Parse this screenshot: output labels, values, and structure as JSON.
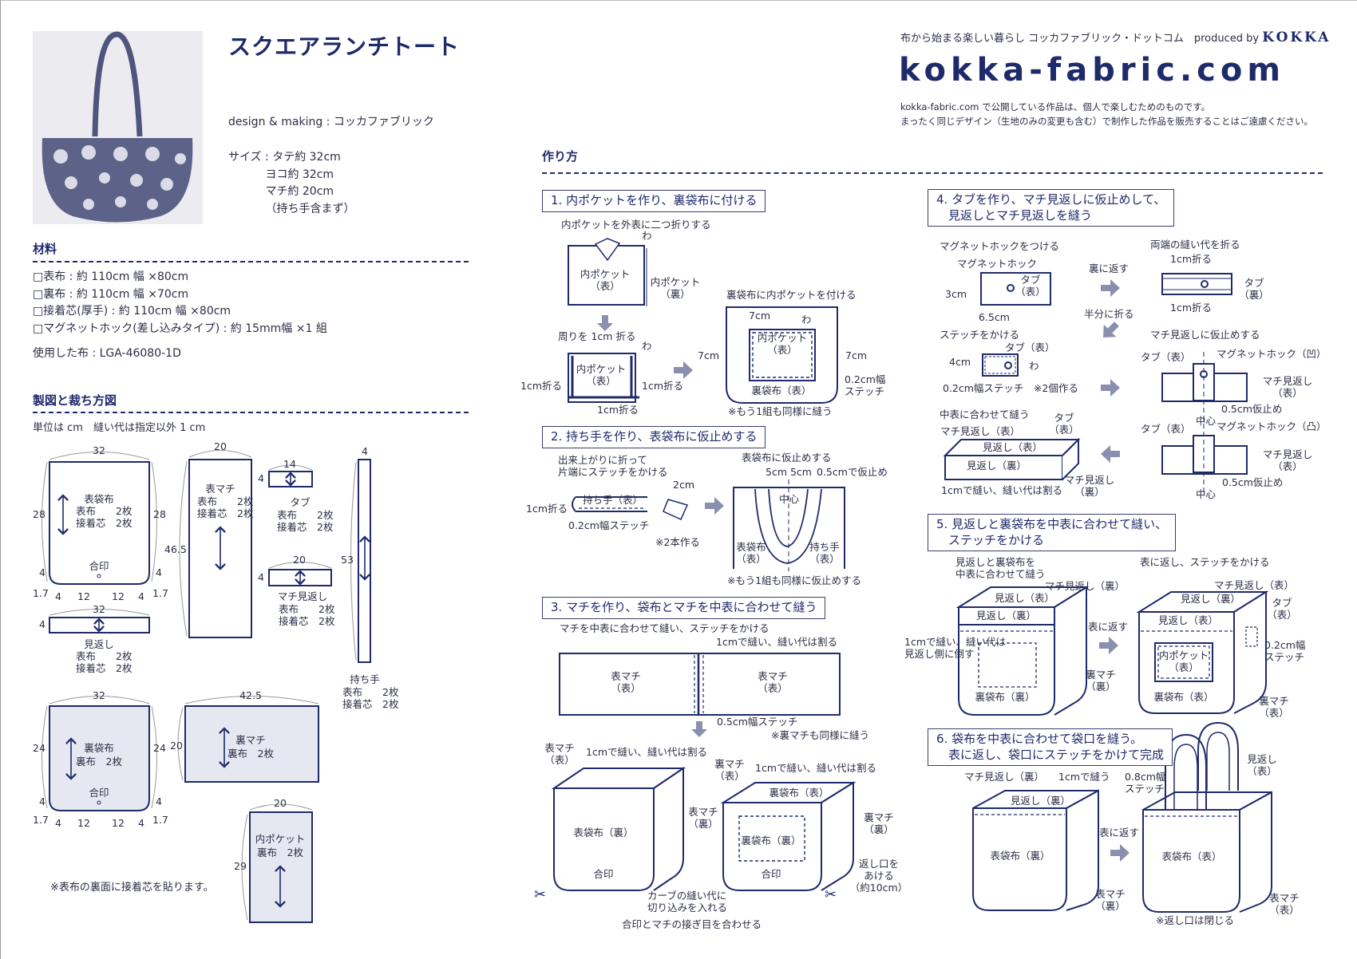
{
  "header": {
    "title": "スクエアランチトート",
    "design": "design & making : コッカファブリック",
    "size": "サイズ : タテ約 32cm\n　　　 ヨコ約 32cm\n　　　 マチ約 20cm\n　　　 （持ち手含まず）",
    "tagline": "布から始まる楽しい暮らし コッカファブリック・ドットコム　produced by",
    "brand": "KOKKA",
    "logo": "kokka-fabric.com",
    "notice": "kokka-fabric.com で公開している作品は、個人で楽しむためのものです。\nまったく同じデザイン（生地のみの変更も含む）で制作した作品を販売することはご遠慮ください。"
  },
  "materials": {
    "heading": "材料",
    "items": "□表布 : 約 110cm 幅 ×80cm\n□裏布 : 約 110cm 幅 ×70cm\n□接着芯(厚手) : 約 110cm 幅 ×80cm\n□マグネットホック(差し込みタイプ) : 約 15mm幅 ×1 組",
    "fabric_used": "使用した布 : LGA-46080-1D"
  },
  "pattern": {
    "heading": "製図と裁ち方図",
    "unit": "単位は cm　縫い代は指定以外 1 cm",
    "note": "※表布の裏面に接着芯を貼ります。",
    "labels": [
      "32",
      "28",
      "28",
      "表袋布",
      "表布　　2枚\n接着芯　2枚",
      "合印",
      "4",
      "4",
      "1.7",
      "4",
      "12",
      "12",
      "4",
      "1.7",
      "32",
      "4",
      "見返し",
      "表布　　2枚\n接着芯　2枚",
      "20",
      "46.5",
      "表マチ",
      "表布　　2枚\n接着芯　2枚",
      "14",
      "4",
      "タブ",
      "表布　　2枚\n接着芯　2枚",
      "20",
      "4",
      "マチ見返し",
      "表布　　2枚\n接着芯　2枚",
      "4",
      "53",
      "持ち手",
      "表布　　2枚\n接着芯　2枚",
      "32",
      "24",
      "24",
      "裏袋布",
      "裏布　2枚",
      "合印",
      "4",
      "4",
      "1.7",
      "4",
      "12",
      "12",
      "4",
      "1.7",
      "42.5",
      "20",
      "裏マチ",
      "裏布　2枚",
      "20",
      "29",
      "内ポケット",
      "裏布　2枚"
    ]
  },
  "howto": {
    "heading": "作り方"
  },
  "s1": {
    "title": "1. 内ポケットを作り、裏袋布に付ける",
    "labels": [
      "内ポケットを外表に二つ折りする",
      "わ",
      "内ポケット\n（表）",
      "内ポケット\n（裏）",
      "周りを 1cm 折る",
      "わ",
      "内ポケット\n（表）",
      "1cm折る",
      "1cm折る",
      "1cm折る",
      "裏袋布に内ポケットを付ける",
      "7cm",
      "わ",
      "7cm",
      "内ポケット\n（表）",
      "7cm",
      "0.2cm幅\nステッチ",
      "裏袋布（表）",
      "※もう1組も同様に縫う"
    ]
  },
  "s2": {
    "title": "2. 持ち手を作り、表袋布に仮止めする",
    "labels": [
      "出来上がりに折って\n片端にステッチをかける",
      "2cm",
      "持ち手（表）",
      "1cm折る",
      "0.2cm幅ステッチ",
      "※2本作る",
      "表袋布に仮止めする",
      "5cm 5cm",
      "0.5cmで仮止め",
      "中心",
      "表袋布\n（表）",
      "持ち手\n（表）",
      "※もう1組も同様に仮止めする"
    ]
  },
  "s3": {
    "title": "3. マチを作り、袋布とマチを中表に合わせて縫う",
    "labels": [
      "マチを中表に合わせて縫い、ステッチをかける",
      "1cmで縫い、縫い代は割る",
      "表マチ\n（表）",
      "表マチ\n（表）",
      "0.5cm幅ステッチ",
      "※裏マチも同様に縫う",
      "表マチ\n（表）",
      "1cmで縫い、縫い代は割る",
      "表マチ\n（裏）",
      "表袋布（裏）",
      "合印",
      "裏マチ\n（表）",
      "1cmで縫い、縫い代は割る",
      "裏袋布（表）",
      "裏マチ\n（裏）",
      "裏袋布（裏）",
      "合印",
      "返し口を\nあける\n（約10cm）",
      "カーブの縫い代に\n切り込みを入れる",
      "合印とマチの接ぎ目を合わせる"
    ]
  },
  "s4": {
    "title": "4. タブを作り、マチ見返しに仮止めして、\n　見返しとマチ見返しを縫う",
    "labels": [
      "マグネットホックをつける",
      "マグネットホック",
      "タブ\n（表）",
      "3cm",
      "6.5cm",
      "裏に返す",
      "半分に折る",
      "両端の縫い代を折る",
      "1cm折る",
      "タブ\n（裏）",
      "1cm折る",
      "ステッチをかける",
      "タブ（表）",
      "4cm",
      "わ",
      "0.2cm幅ステッチ　※2個作る",
      "マチ見返しに仮止めする",
      "タブ（表）",
      "マグネットホック（凹）",
      "マチ見返し\n（表）",
      "0.5cm仮止め",
      "中心",
      "タブ（表）",
      "マグネットホック（凸）",
      "マチ見返し\n（表）",
      "0.5cm仮止め",
      "中心",
      "中表に合わせて縫う",
      "タブ\n（表）",
      "マチ見返し（表）",
      "見返し（表）",
      "見返し（裏）",
      "マチ見返し\n（裏）",
      "1cmで縫い、縫い代は割る"
    ]
  },
  "s5": {
    "title": "5. 見返しと裏袋布を中表に合わせて縫い、\n　ステッチをかける",
    "labels": [
      "見返しと裏袋布を\n中表に合わせて縫う",
      "マチ見返し（裏）",
      "見返し（表）",
      "見返し（裏）",
      "1cmで縫い、縫い代は\n見返し側に倒す",
      "裏マチ\n（裏）",
      "裏袋布（裏）",
      "表に返す",
      "表に返し、ステッチをかける",
      "マチ見返し（表）",
      "見返し（裏）",
      "見返し（表）",
      "タブ\n（表）",
      "0.2cm幅\nステッチ",
      "内ポケット\n（表）",
      "裏袋布（表）",
      "裏マチ\n（表）"
    ]
  },
  "s6": {
    "title": "6. 袋布を中表に合わせて袋口を縫う。\n　表に返し、袋口にステッチをかけて完成",
    "labels": [
      "マチ見返し（裏）",
      "1cmで縫う",
      "見返し（裏）",
      "表袋布（裏）",
      "表マチ\n（裏）",
      "表に返す",
      "0.8cm幅\nステッチ",
      "見返し\n（表）",
      "表袋布（表）",
      "表マチ\n（表）",
      "※返し口は閉じる"
    ]
  },
  "colors": {
    "navy": "#1f2a6b",
    "text": "#2b2e45",
    "arrow": "#8a8fae",
    "lining_fill": "#e6e8f1"
  }
}
